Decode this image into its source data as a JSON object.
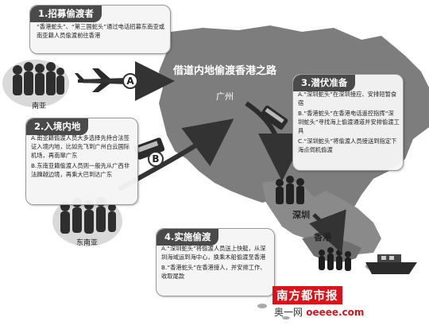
{
  "title": "借道内地偷渡香港之路",
  "places": {
    "guangzhou": "广州",
    "shenzhen": "深圳",
    "hongkong": "香港",
    "south_asia": "南亚",
    "southeast_asia": "东南亚"
  },
  "routes": {
    "a": "A",
    "b": "B"
  },
  "step1": {
    "title": "1.招募偷渡者",
    "text": "“香港蛇头”、“第三国蛇头”通过电话招募东南亚或南亚籍人员偷渡前往香港"
  },
  "step2": {
    "title": "2.入境内地",
    "a": "A.南亚籍偷渡人员大多选择先持合法签证入境内地，比如先飞到广州白云国际机场，再南窜广东",
    "b": "B.东南亚籍偷渡人员则一般先从广西非法蹿越边境，再乘大巴到达广东"
  },
  "step3": {
    "title": "3.潜伏准备",
    "a": "A.“深圳蛇头”在深圳接应、安排短暂食宿",
    "b": "B.“香港蛇头”在香港电话遥控指挥“深圳蛇头”寻找海上偷渡通道并安排偷渡工具",
    "c": "C.“深圳蛇头”将偷渡人员接送到指定下海点伺机偷渡"
  },
  "step4": {
    "title": "4.实施偷渡",
    "a": "A.“深圳蛇头”将偷渡人员送上快艇，从深圳海域运到海中心，换乘木船偷渡至香港",
    "b": "B.“香港蛇头”在香港接人，并安排工作、收取尾款"
  },
  "footer": {
    "brand": "南方都市报",
    "site_prefix": "奥一网",
    "site": "oeeee.com"
  },
  "colors": {
    "map": "#7a7a7a",
    "arrow": "#3a3a3a",
    "panel_title": "#4a4a4a",
    "brand": "#d8141a"
  }
}
